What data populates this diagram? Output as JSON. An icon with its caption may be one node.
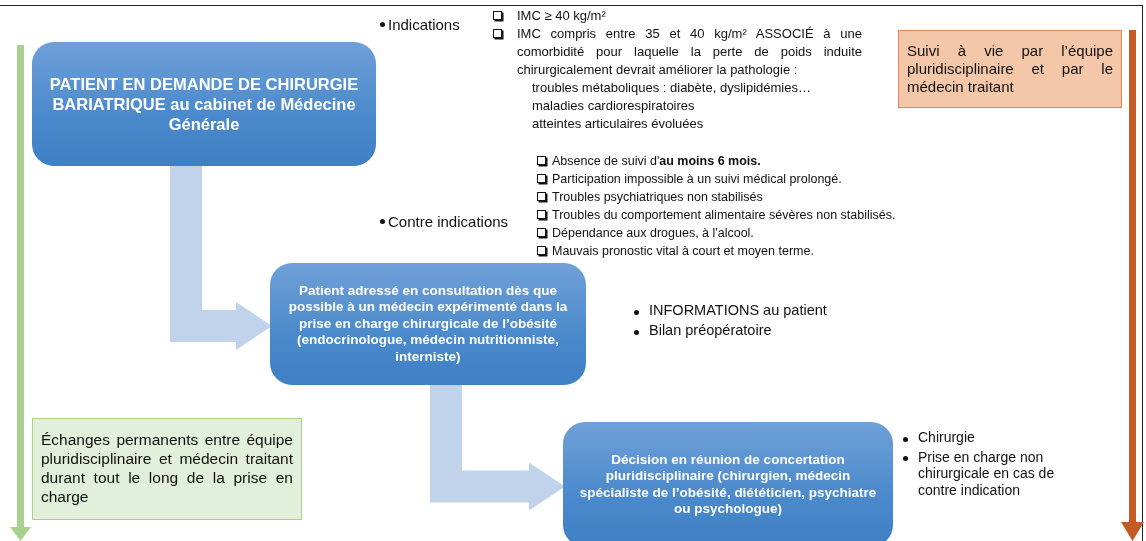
{
  "diagram": {
    "nodes": [
      {
        "text": [
          "PATIENT EN DEMANDE DE CHIRURGIE BARIATRIQUE au cabinet de Médecine Générale"
        ]
      },
      {
        "text": [
          "Patient adressé en consultation dès que possible à un médecin expérimenté dans la prise en charge chirurgicale de l’obésité (endocrinologue, médecin nutritionniste, interniste)"
        ],
        "beside": [
          "INFORMATIONS au patient",
          "Bilan préopératoire"
        ]
      },
      {
        "text": [
          "Décision en réunion de concertation pluridisciplinaire (chirurgien, médecin spécialiste de l’obésité, diététicien, psychiatre ou psychologue)"
        ],
        "beside": [
          "Chirurgie",
          "Prise en charge non chirurgicale en cas de contre indication"
        ]
      },
      {
        "text": [
          "Échanges permanents entre équipe pluridisciplinaire et médecin traitant durant tout le long de la prise en charge"
        ]
      },
      {
        "text": [
          "Suivi à vie par l’équipe pluridisciplinaire et par le médecin traitant"
        ]
      }
    ],
    "edges": [
      {
        "from": 0,
        "to": 1,
        "arrow": "to"
      },
      {
        "from": 1,
        "to": 2,
        "arrow": "to"
      }
    ],
    "labels": [
      "Indications",
      "IMC ≥ 40 kg/m²",
      "IMC compris entre 35 et 40 kg/m² ASSOCIÉ à une comorbidité pour laquelle la perte de poids induite chirurgicalement devrait améliorer la pathologie :",
      "troubles métaboliques : diabète, dyslipidémies…",
      "maladies cardiorespiratoires",
      "atteintes articulaires évoluées",
      "Contre indications",
      "Absence de suivi d'**au moins 6 mois.**",
      "Participation impossible à un suivi médical prolongé.",
      "Troubles psychiatriques  non stabilisés",
      "Troubles du comportement alimentaire sévères non stabilisés.",
      "Dépendance aux drogues, à l'alcool.",
      "Mauvais pronostic vital à court et moyen terme."
    ]
  }
}
